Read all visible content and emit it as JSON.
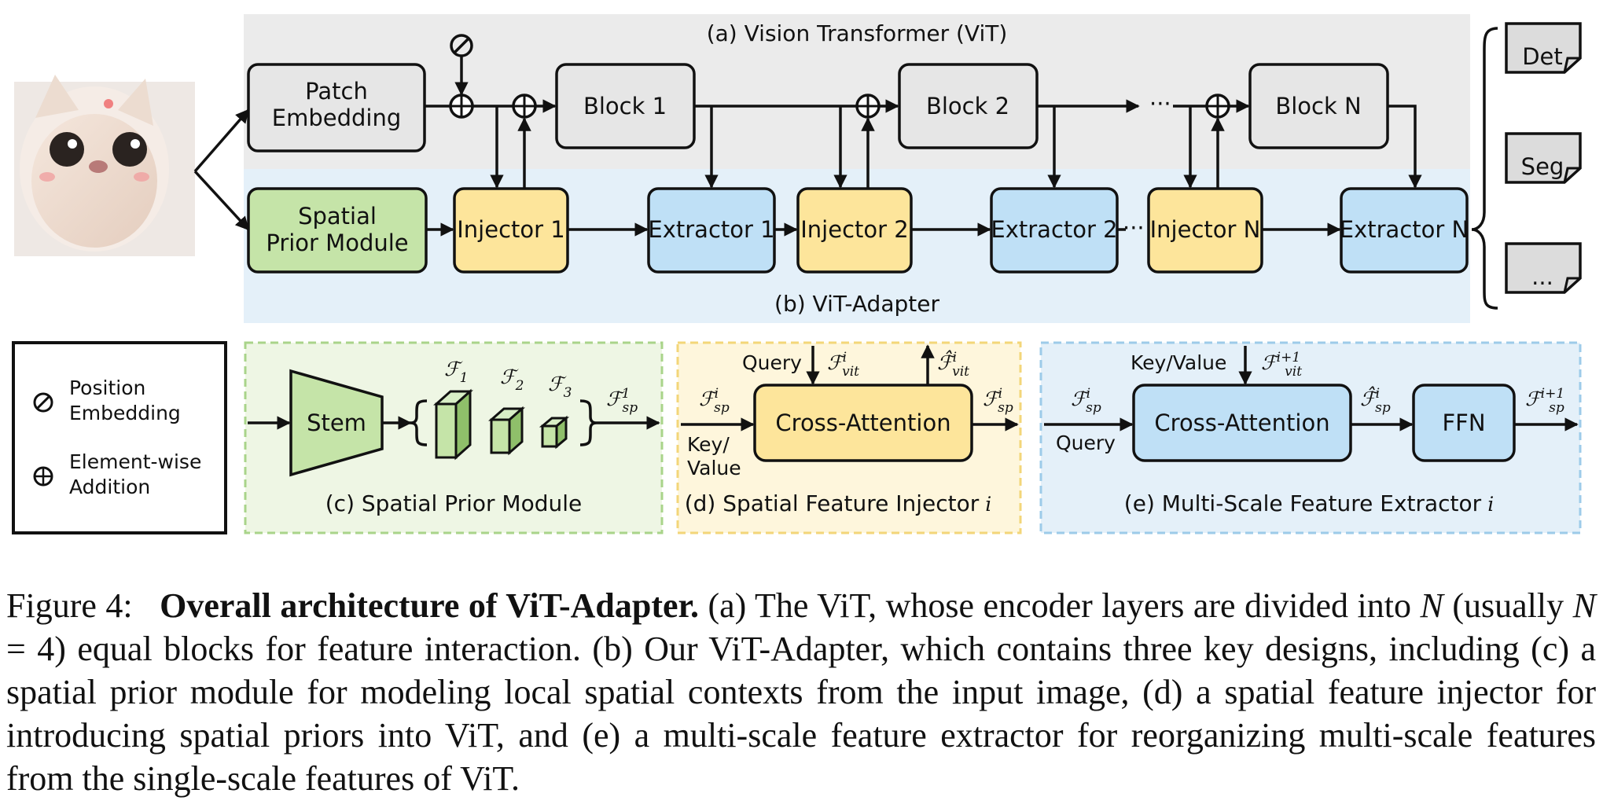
{
  "panels": {
    "a": "(a) Vision Transformer (ViT)",
    "b": "(b) ViT-Adapter",
    "c": "(c) Spatial Prior Module",
    "d": "(d) Spatial Feature Injector",
    "d_var": "i",
    "e": "(e) Multi-Scale Feature Extractor",
    "e_var": "i"
  },
  "vit_row": {
    "patch_embedding": [
      "Patch",
      "Embedding"
    ],
    "block1": "Block 1",
    "block2": "Block 2",
    "blockN": "Block N",
    "ellipsis": "···"
  },
  "adapter_row": {
    "spm": [
      "Spatial",
      "Prior Module"
    ],
    "injector1": "Injector 1",
    "extractor1": "Extractor 1",
    "injector2": "Injector 2",
    "extractor2": "Extractor 2",
    "injectorN": "Injector N",
    "extractorN": "Extractor N",
    "ellipsis": "···"
  },
  "tasks": [
    "Det",
    "Seg",
    "..."
  ],
  "legend": {
    "position": [
      "Position",
      "Embedding"
    ],
    "addition": [
      "Element-wise",
      "Addition"
    ]
  },
  "spm_detail": {
    "stem": "Stem",
    "f1": "1",
    "f2": "2",
    "f3": "3",
    "out_sup": "1",
    "out_sub": "sp"
  },
  "injector_detail": {
    "query": "Query",
    "kv": [
      "Key/",
      "Value"
    ],
    "block": "Cross-Attention",
    "vit_sub": "vit",
    "sp_sub": "sp",
    "idx": "i"
  },
  "extractor_detail": {
    "kv": "Key/Value",
    "query": "Query",
    "block": "Cross-Attention",
    "ffn": "FFN",
    "vit_sub": "vit",
    "sp_sub": "sp",
    "idx": "i",
    "idx_next": "i+1"
  },
  "colors": {
    "gray_box": "#e6e6e6",
    "gray_bg": "#ebebeb",
    "green_box": "#c5e4a8",
    "green_bg": "#eef6e4",
    "yellow_box": "#fde59b",
    "yellow_bg": "#fef6dc",
    "blue_box": "#bfe0f6",
    "blue_bg": "#e4f0f9"
  },
  "caption": {
    "label": "Figure 4:",
    "title": "Overall architecture of ViT-Adapter.",
    "t1": " (a) The ViT, whose encoder layers are divided into ",
    "n1": "N",
    "t2": " (usually ",
    "n2": "N",
    "t3": " = 4) equal blocks for feature interaction. (b) Our ViT-Adapter, which contains three key designs, including (c) a spatial prior module for modeling local spatial contexts from the input image, (d) a spatial feature injector for introducing spatial priors into ViT, and (e) a multi-scale feature extractor for reorganizing multi-scale features from the single-scale features of ViT."
  }
}
